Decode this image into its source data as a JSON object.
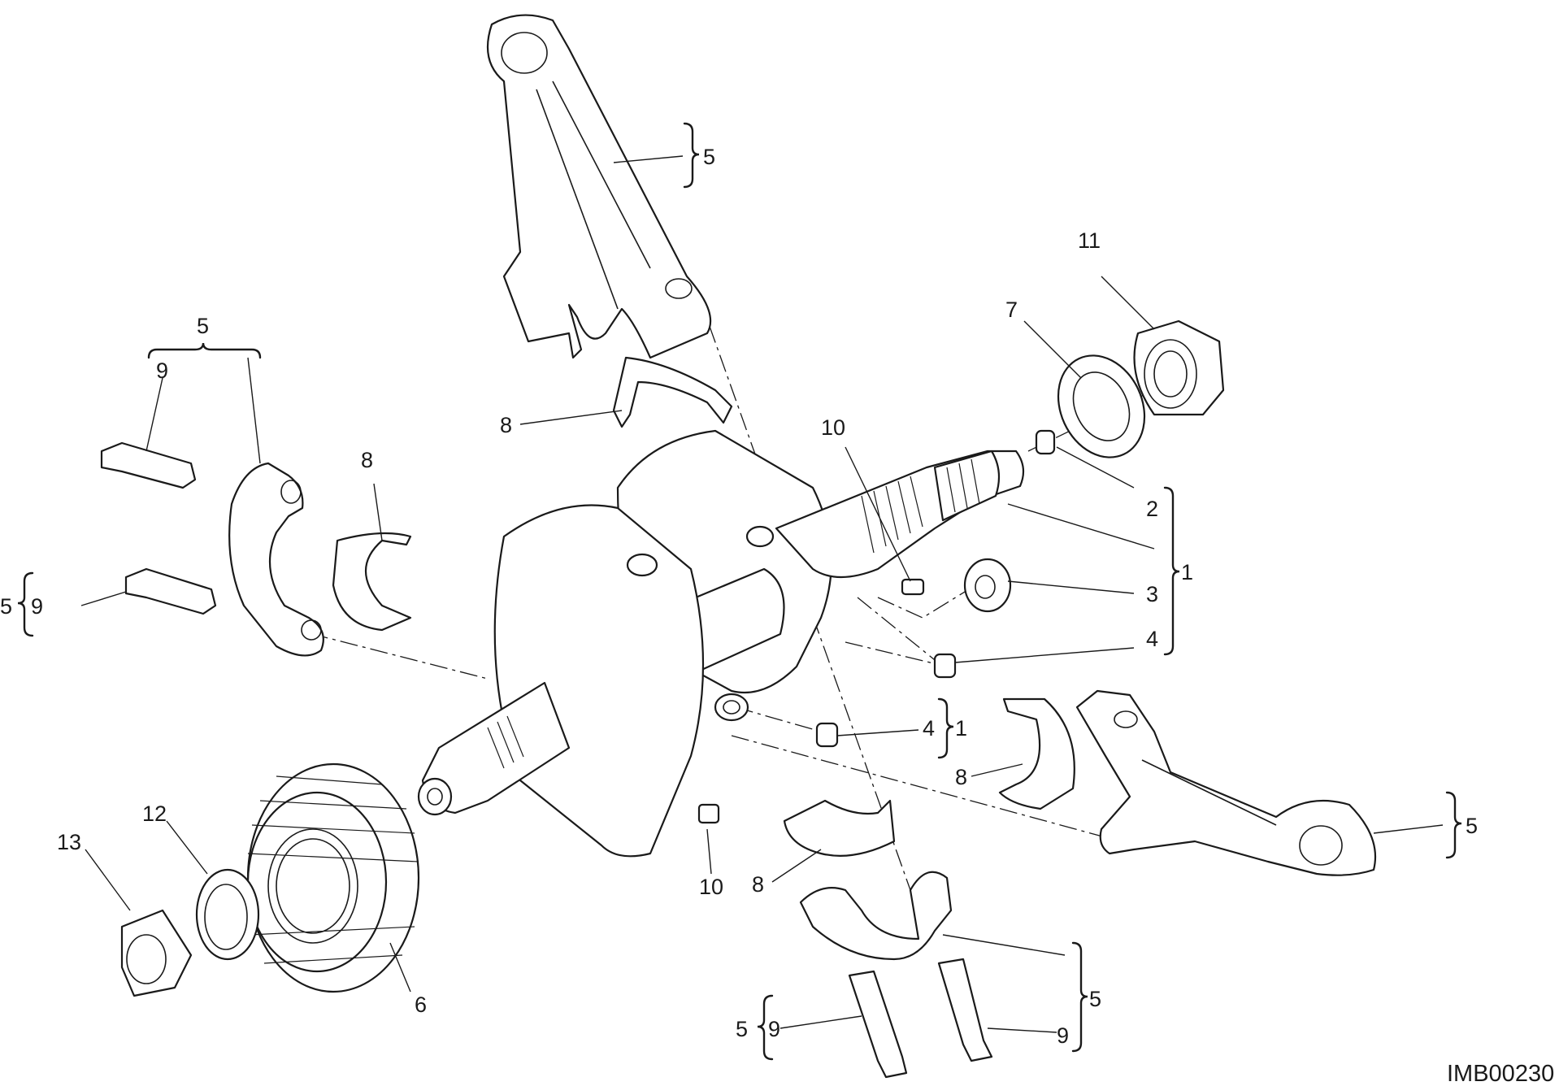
{
  "drawing_code": "IMB00230",
  "callouts": {
    "rod_top_5": "5",
    "cap_left_group_5": "5",
    "cap_left_bolt_9": "9",
    "bolt_left_5": "5",
    "bolt_left_9": "9",
    "shell_left_8": "8",
    "shell_top_8": "8",
    "plug_10_top": "10",
    "washer_7": "7",
    "nut_11": "11",
    "plug_2": "2",
    "shaft_group_1": "1",
    "plug_3": "3",
    "plug_4_right": "4",
    "plug_4_mid": "4",
    "plug_4_group_1": "1",
    "shell_right_8": "8",
    "rod_right_5": "5",
    "shell_bottom_8": "8",
    "key_10_bottom": "10",
    "cap_bottom_group_5": "5",
    "bolt_bottom_left_5": "5",
    "bolt_bottom_left_9": "9",
    "bolt_bottom_right_9": "9",
    "gear_6": "6",
    "washer_12": "12",
    "nut_13": "13"
  }
}
